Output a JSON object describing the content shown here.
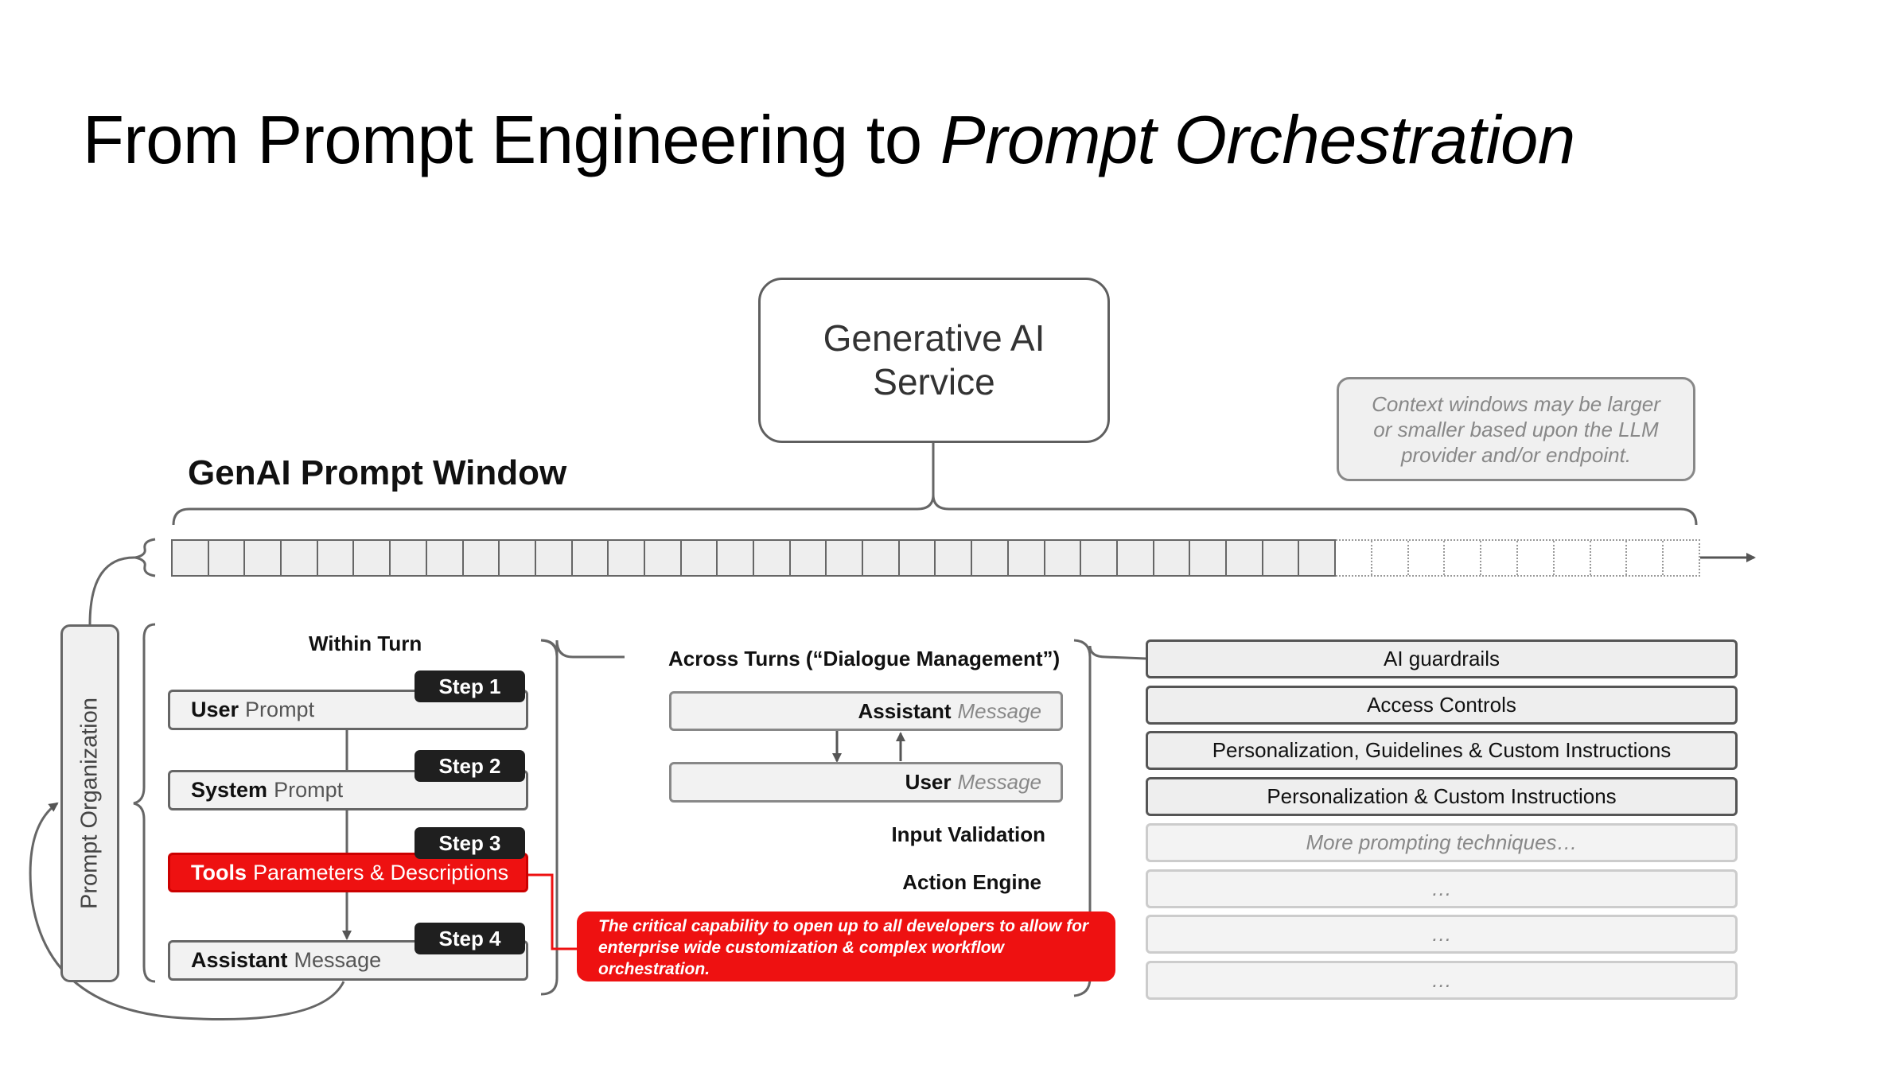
{
  "title": {
    "prefix": "From Prompt Engineering to ",
    "emphasis": "Prompt Orchestration"
  },
  "service": {
    "label_line1": "Generative AI",
    "label_line2": "Service"
  },
  "context_note": "Context windows may be larger or smaller based upon the LLM provider and/or endpoint.",
  "prompt_window": {
    "title": "GenAI Prompt Window",
    "solid_token_count": 32,
    "extended_token_count": 10
  },
  "prompt_organization_label": "Prompt Organization",
  "within_turn": {
    "heading": "Within Turn",
    "steps": [
      {
        "badge": "Step 1",
        "bold": "User",
        "rest": "Prompt"
      },
      {
        "badge": "Step 2",
        "bold": "System",
        "rest": "Prompt"
      },
      {
        "badge": "Step 3",
        "bold": "Tools",
        "rest": "Parameters & Descriptions",
        "highlight": true
      },
      {
        "badge": "Step 4",
        "bold": "Assistant",
        "rest": "Message"
      }
    ]
  },
  "across_turns": {
    "heading": "Across Turns (“Dialogue Management”)",
    "assistant_message": {
      "bold": "Assistant",
      "rest": "Message"
    },
    "user_message": {
      "bold": "User",
      "rest": "Message"
    },
    "input_validation": "Input Validation",
    "action_engine": "Action Engine"
  },
  "callout": "The critical capability to open up to all developers to allow for enterprise wide customization & complex workflow orchestration.",
  "layers": [
    {
      "label": "AI guardrails",
      "faded": false
    },
    {
      "label": "Access Controls",
      "faded": false
    },
    {
      "label": "Personalization, Guidelines & Custom Instructions",
      "faded": false
    },
    {
      "label": "Personalization & Custom Instructions",
      "faded": false
    },
    {
      "label": "More prompting techniques…",
      "faded": true
    },
    {
      "label": "…",
      "faded": true
    },
    {
      "label": "…",
      "faded": true
    },
    {
      "label": "…",
      "faded": true
    }
  ],
  "colors": {
    "accent_red": "#ee1111",
    "badge_dark": "#1f1f1f",
    "line_gray": "#666666"
  }
}
